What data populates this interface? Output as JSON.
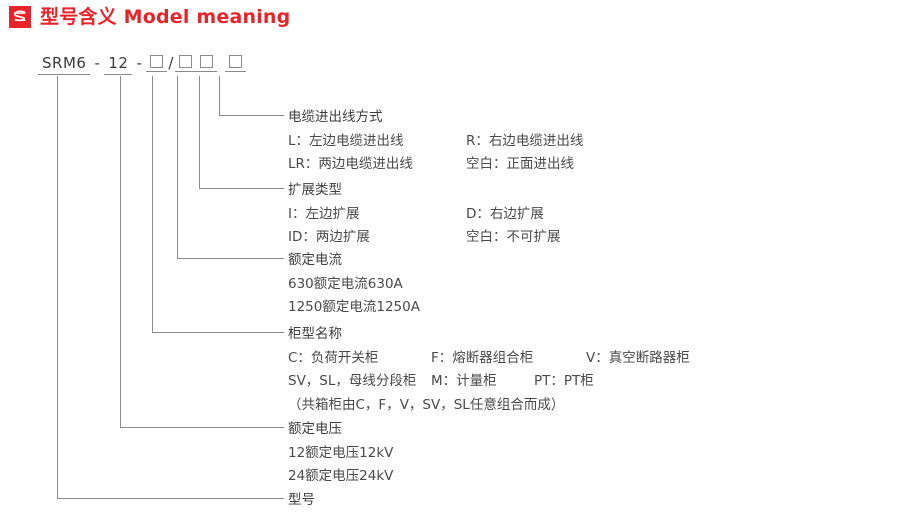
{
  "title": {
    "logo_icon": "red-square-swoosh-logo",
    "text": "型号含义 Model meaning",
    "color": "#e8242a"
  },
  "model_code": {
    "base": "SRM6",
    "dash1": "-",
    "voltage": "12",
    "dash2": "-",
    "slash": "/",
    "box_count": 4,
    "full": "SRM6 - 12 - □/□□ □"
  },
  "sections": [
    {
      "id": "cable-entry",
      "heading": "电缆进出线方式",
      "rows": [
        {
          "left": "L：左边电缆进出线",
          "right": "R：右边电缆进出线"
        },
        {
          "left": "LR：两边电缆进出线",
          "right": "空白：正面进出线"
        }
      ]
    },
    {
      "id": "expansion-type",
      "heading": "扩展类型",
      "rows": [
        {
          "left": "I：左边扩展",
          "right": "D：右边扩展"
        },
        {
          "left": "ID：两边扩展",
          "right": "空白：不可扩展"
        }
      ]
    },
    {
      "id": "rated-current",
      "heading": "额定电流",
      "rows": [
        {
          "left": "630额定电流630A",
          "right": ""
        },
        {
          "left": "1250额定电流1250A",
          "right": ""
        }
      ]
    },
    {
      "id": "cabinet-type",
      "heading": "柜型名称",
      "rows": [
        {
          "left": "C：负荷开关柜",
          "mid": "F：熔断器组合柜",
          "right": "V：真空断路器柜"
        },
        {
          "left": "SV，SL，母线分段柜",
          "mid": "M：计量柜",
          "right": "PT：PT柜"
        },
        {
          "left": "（共箱柜由C，F，V，SV，SL任意组合而成）",
          "mid": "",
          "right": ""
        }
      ]
    },
    {
      "id": "rated-voltage",
      "heading": "额定电压",
      "rows": [
        {
          "left": "12额定电压12kV",
          "right": ""
        },
        {
          "left": "24额定电压24kV",
          "right": ""
        }
      ]
    },
    {
      "id": "model-name",
      "heading": "型号",
      "rows": []
    }
  ],
  "colors": {
    "accent": "#e8242a",
    "line": "#8a8a8a",
    "text": "#4a4a4a",
    "background": "#ffffff"
  }
}
